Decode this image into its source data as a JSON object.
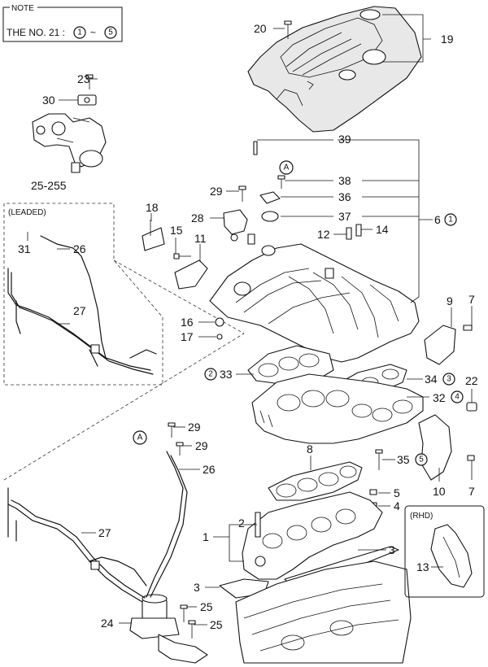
{
  "note": {
    "title": "NOTE",
    "prefix": "THE NO. 21 :",
    "range_start": "1",
    "range_sep": "~",
    "range_end": "5"
  },
  "insets": {
    "leaded": "(LEADED)",
    "rhd": "(RHD)"
  },
  "ref_mark": "A",
  "labels": {
    "l1": "1",
    "l2": "2",
    "l3a": "3",
    "l3b": "3",
    "l4": "4",
    "l5": "5",
    "l6": "6",
    "l6_circ": "1",
    "l7a": "7",
    "l7b": "7",
    "l8": "8",
    "l9": "9",
    "l10": "10",
    "l11": "11",
    "l12": "12",
    "l13": "13",
    "l14": "14",
    "l15": "15",
    "l16": "16",
    "l17": "17",
    "l18": "18",
    "l19": "19",
    "l20": "20",
    "l22": "22",
    "l23": "23",
    "l24": "24",
    "l25a": "25",
    "l25b": "25",
    "l25_255": "25-255",
    "l26a": "26",
    "l26b": "26",
    "l27a": "27",
    "l27b": "27",
    "l28": "28",
    "l29a": "29",
    "l29b": "29",
    "l29c": "29",
    "l30": "30",
    "l31": "31",
    "l32": "32",
    "l32_circ": "4",
    "l33": "33",
    "l33_circ": "2",
    "l34": "34",
    "l34_circ": "3",
    "l35": "35",
    "l35_circ": "5",
    "l36": "36",
    "l37": "37",
    "l38": "38",
    "l39": "39"
  }
}
